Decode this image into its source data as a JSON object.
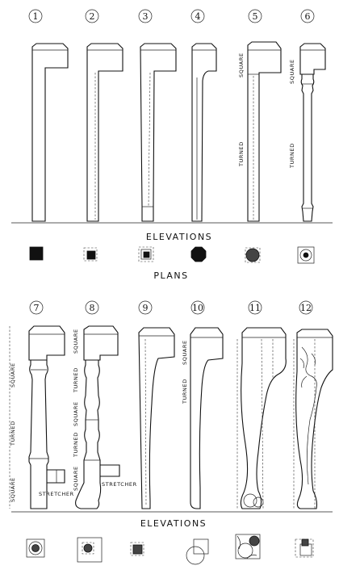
{
  "top": {
    "numbers": [
      "1",
      "2",
      "3",
      "4",
      "5",
      "6"
    ],
    "elevations_caption": "ELEVATIONS",
    "plans_caption": "PLANS",
    "labels": {
      "square5": "SQUARE",
      "turned5": "TURNED",
      "square6": "SQUARE",
      "turned6": "TURNED"
    }
  },
  "bottom": {
    "numbers": [
      "7",
      "8",
      "9",
      "10",
      "11",
      "12"
    ],
    "elevations_caption": "ELEVATIONS",
    "labels": {
      "square7a": "SQUARE",
      "turned7": "TURNED",
      "square7b": "SQUARE",
      "stretcher7": "STRETCHER",
      "square8a": "SQUARE",
      "turned8a": "TURNED",
      "square8b": "SQUARE",
      "turned8b": "TURNED",
      "square8c": "SQUARE",
      "stretcher8": "STRETCHER",
      "square10": "SQUARE",
      "turned10": "TURNED"
    }
  },
  "colors": {
    "ink": "#111111",
    "paper": "#ffffff"
  }
}
